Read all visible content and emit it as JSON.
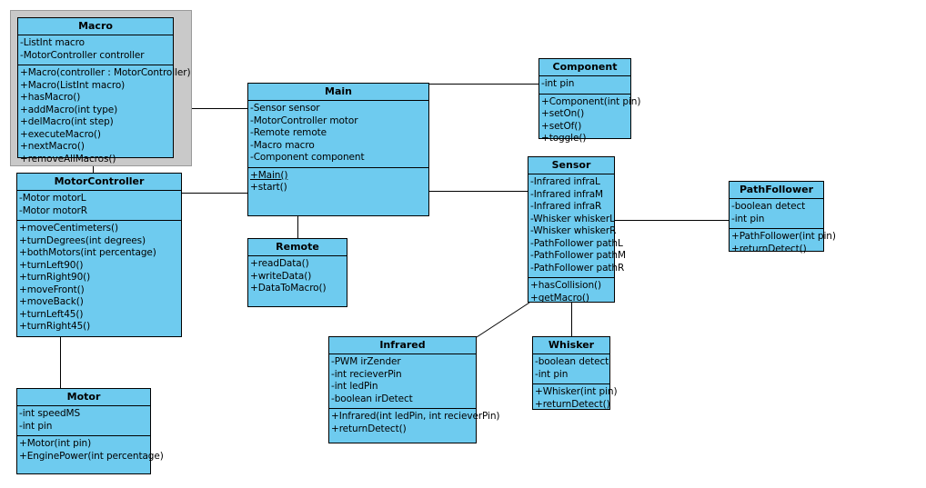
{
  "diagram": {
    "kind": "uml-class-diagram",
    "background": "#ffffff",
    "class_fill": "#6ecbef",
    "class_stroke": "#000000",
    "selection_color": "#c9c9c9"
  },
  "classes": {
    "macro": {
      "name": "Macro",
      "selected": true,
      "attributes": [
        "-ListInt macro",
        "-MotorController controller"
      ],
      "operations": [
        "+Macro(controller : MotorController)",
        "+Macro(ListInt macro)",
        "+hasMacro()",
        "+addMacro(int type)",
        "+delMacro(int step)",
        "+executeMacro()",
        "+nextMacro()",
        "+removeAllMacros()"
      ]
    },
    "motorcontroller": {
      "name": "MotorController",
      "attributes": [
        "-Motor motorL",
        "-Motor motorR"
      ],
      "operations": [
        "+moveCentimeters()",
        "+turnDegrees(int degrees)",
        "+bothMotors(int percentage)",
        "+turnLeft90()",
        "+turnRight90()",
        "+moveFront()",
        "+moveBack()",
        "+turnLeft45()",
        "+turnRight45()"
      ]
    },
    "motor": {
      "name": "Motor",
      "attributes": [
        "-int speedMS",
        "-int pin"
      ],
      "operations": [
        "+Motor(int pin)",
        "+EnginePower(int percentage)"
      ]
    },
    "main": {
      "name": "Main",
      "attributes": [
        "-Sensor sensor",
        "-MotorController motor",
        "-Remote remote",
        "-Macro macro",
        "-Component component"
      ],
      "operations": [
        "+Main()",
        "+start()"
      ],
      "static_operations": [
        "+Main()"
      ]
    },
    "remote": {
      "name": "Remote",
      "attributes": [],
      "operations": [
        "+readData()",
        "+writeData()",
        "+DataToMacro()"
      ]
    },
    "component": {
      "name": "Component",
      "attributes": [
        "-int pin"
      ],
      "operations": [
        "+Component(int pin)",
        "+setOn()",
        "+setOf()",
        "+toggle()"
      ]
    },
    "sensor": {
      "name": "Sensor",
      "attributes": [
        "-Infrared infraL",
        "-Infrared infraM",
        "-Infrared infraR",
        "-Whisker whiskerL",
        "-Whisker whiskerR",
        "-PathFollower pathL",
        "-PathFollower pathM",
        "-PathFollower pathR"
      ],
      "operations": [
        "+hasCollision()",
        "+getMacro()"
      ]
    },
    "pathfollower": {
      "name": "PathFollower",
      "attributes": [
        "-boolean detect",
        "-int pin"
      ],
      "operations": [
        "+PathFollower(int pin)",
        "+returnDetect()"
      ]
    },
    "infrared": {
      "name": "Infrared",
      "attributes": [
        "-PWM irZender",
        "-int recieverPin",
        "-int ledPin",
        "-boolean irDetect"
      ],
      "operations": [
        "+Infrared(int ledPin, int recieverPin)",
        "+returnDetect()"
      ]
    },
    "whisker": {
      "name": "Whisker",
      "attributes": [
        "-boolean detect",
        "-int pin"
      ],
      "operations": [
        "+Whisker(int pin)",
        "+returnDetect()"
      ]
    }
  }
}
